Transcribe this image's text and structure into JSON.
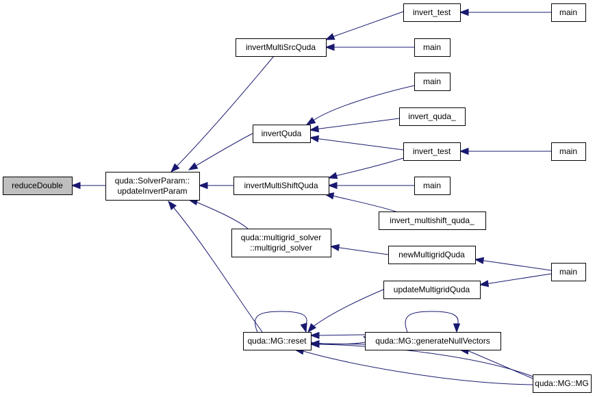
{
  "diagram": {
    "nodes": {
      "reduceDouble": [
        "reduceDouble"
      ],
      "updateInvertParam": [
        "quda::SolverParam::",
        "updateInvertParam"
      ],
      "invertMultiSrcQuda": [
        "invertMultiSrcQuda"
      ],
      "invertQuda": [
        "invertQuda"
      ],
      "invertMultiShiftQuda": [
        "invertMultiShiftQuda"
      ],
      "multigrid_solver": [
        "quda::multigrid_solver",
        "::multigrid_solver"
      ],
      "MG_reset": [
        "quda::MG::reset"
      ],
      "invert_test_1": [
        "invert_test"
      ],
      "main_1": [
        "main"
      ],
      "main_2": [
        "main"
      ],
      "main_3": [
        "main"
      ],
      "invert_quda_": [
        "invert_quda_"
      ],
      "invert_test_2": [
        "invert_test"
      ],
      "main_4": [
        "main"
      ],
      "main_5": [
        "main"
      ],
      "invert_multishift_quda_": [
        "invert_multishift_quda_"
      ],
      "newMultigridQuda": [
        "newMultigridQuda"
      ],
      "updateMultigridQuda": [
        "updateMultigridQuda"
      ],
      "main_6": [
        "main"
      ],
      "MG_generateNullVectors": [
        "quda::MG::generateNullVectors"
      ],
      "MG_MG": [
        "quda::MG::MG"
      ]
    },
    "colors": {
      "edge": "#191970",
      "node_border": "#000000",
      "focus_fill": "#bfbfbf",
      "node_fill": "#ffffff"
    }
  }
}
